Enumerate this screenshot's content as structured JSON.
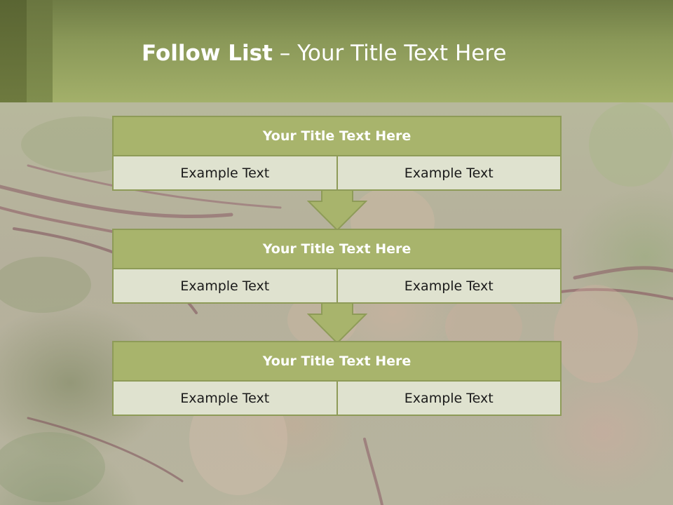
{
  "header": {
    "title_bold": "Follow List",
    "title_rest": " – Your Title Text Here"
  },
  "blocks": [
    {
      "title": "Your Title Text Here",
      "left": "Example Text",
      "right": "Example Text"
    },
    {
      "title": "Your Title Text Here",
      "left": "Example Text",
      "right": "Example Text"
    },
    {
      "title": "Your Title Text Here",
      "left": "Example Text",
      "right": "Example Text"
    }
  ],
  "colors": {
    "accent": "#a8b46c",
    "accent_border": "#8e9b58",
    "cell_fill": "#dfe2cf",
    "header_top": "#6f7c45",
    "header_bottom": "#a3b06a"
  }
}
